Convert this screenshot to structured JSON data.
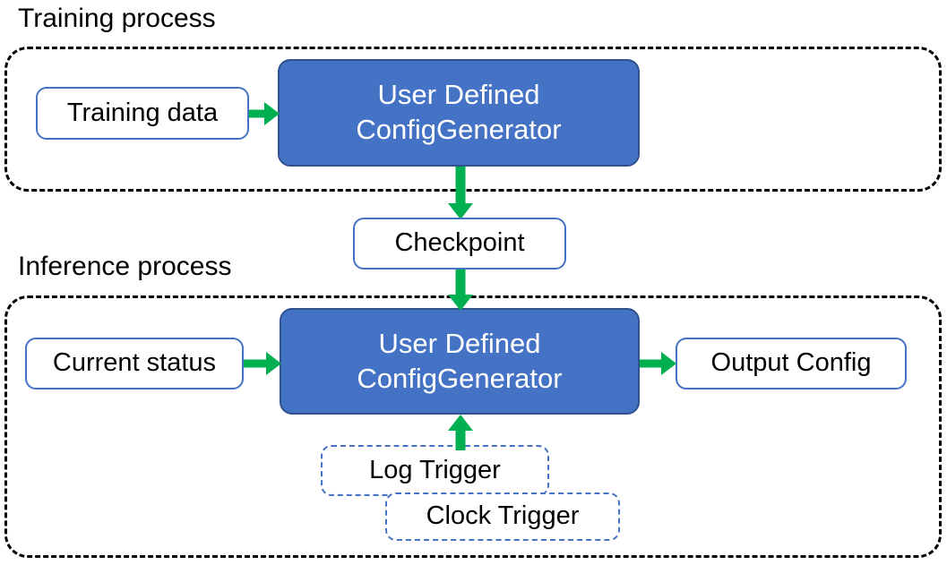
{
  "diagram": {
    "title_training": "Training process",
    "title_inference": "Inference process",
    "colors": {
      "blue_fill": "#4472C4",
      "blue_border": "#2F528F",
      "box_border": "#4472C4",
      "arrow_green": "#00B050",
      "container_dash": "#000000",
      "text_dark": "#000000",
      "text_light": "#FFFFFF",
      "background": "#FFFFFF"
    },
    "training": {
      "caption": "Training process",
      "nodes": {
        "training_data": "Training data",
        "generator_line1": "User Defined",
        "generator_line2": "ConfigGenerator"
      }
    },
    "checkpoint": {
      "label": "Checkpoint"
    },
    "inference": {
      "caption": "Inference process",
      "nodes": {
        "current_status": "Current status",
        "generator_line1": "User Defined",
        "generator_line2": "ConfigGenerator",
        "output_config": "Output Config",
        "log_trigger": "Log Trigger",
        "clock_trigger": "Clock Trigger"
      }
    },
    "edges": [
      {
        "name": "training-data-to-generator",
        "from": "Training data",
        "to": "User Defined ConfigGenerator",
        "direction": "right"
      },
      {
        "name": "generator-to-checkpoint",
        "from": "User Defined ConfigGenerator",
        "to": "Checkpoint",
        "direction": "down"
      },
      {
        "name": "checkpoint-to-generator",
        "from": "Checkpoint",
        "to": "User Defined ConfigGenerator",
        "direction": "down"
      },
      {
        "name": "current-status-to-generator",
        "from": "Current status",
        "to": "User Defined ConfigGenerator",
        "direction": "right"
      },
      {
        "name": "generator-to-output-config",
        "from": "User Defined ConfigGenerator",
        "to": "Output Config",
        "direction": "right"
      },
      {
        "name": "triggers-to-generator",
        "from": "Log Trigger / Clock Trigger",
        "to": "User Defined ConfigGenerator",
        "direction": "up"
      }
    ]
  }
}
